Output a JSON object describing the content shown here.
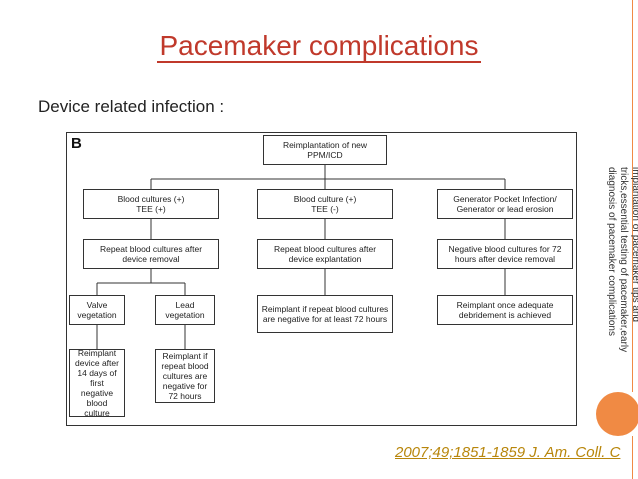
{
  "slide": {
    "title": "Pacemaker complications",
    "subtitle": "Device related infection :",
    "side_note": "implantation of pacemaker tips and tricks,essential testing of pacemaker,early diagnosis of pacemaker complications",
    "citation": " 2007;49;1851-1859 J. Am. Coll. C",
    "accent_color": "#f08a44",
    "title_color": "#c0392b"
  },
  "flowchart": {
    "panel_label": "B",
    "root": "Reimplantation of new PPM/ICD",
    "branches": [
      {
        "condition": "Blood cultures (+)\nTEE (+)",
        "next": "Repeat blood cultures after device removal"
      },
      {
        "condition": "Blood culture (+)\nTEE (-)",
        "next": "Repeat blood cultures after device explantation",
        "outcome": "Reimplant if repeat blood cultures are negative for at least 72 hours"
      },
      {
        "condition": "Generator Pocket Infection/ Generator or lead erosion",
        "next": "Negative blood cultures for 72 hours after device removal",
        "outcome": "Reimplant once adequate debridement is achieved"
      }
    ],
    "sub_branches": [
      {
        "condition": "Valve vegetation",
        "outcome": "Reimplant device after 14 days of first negative blood culture"
      },
      {
        "condition": "Lead vegetation",
        "outcome": "Reimplant if repeat blood cultures are negative for 72 hours"
      }
    ]
  }
}
